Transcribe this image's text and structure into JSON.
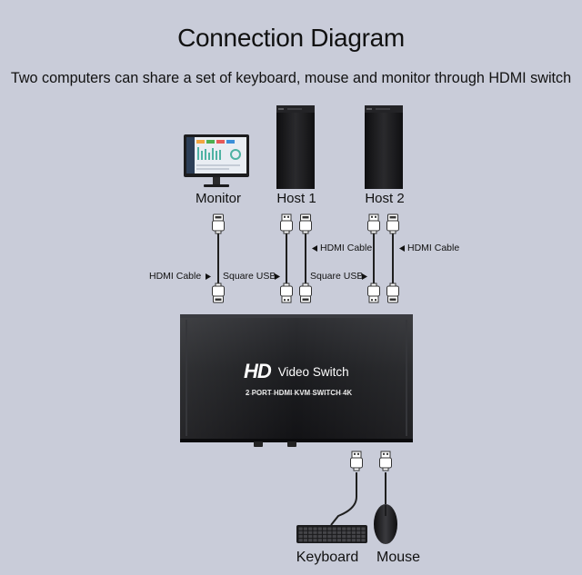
{
  "header": {
    "title": "Connection Diagram",
    "subtitle": "Two computers can share a set of keyboard, mouse and monitor through HDMI switch"
  },
  "devices": {
    "monitor": "Monitor",
    "host1": "Host 1",
    "host2": "Host 2",
    "keyboard": "Keyboard",
    "mouse": "Mouse"
  },
  "cables": {
    "monitor_hdmi": "HDMI Cable",
    "host1_usb": "Square USB",
    "host1_hdmi": "HDMI Cable",
    "host2_usb": "Square USB",
    "host2_hdmi": "HDMI Cable"
  },
  "switch": {
    "logo": "HD",
    "name": "Video Switch",
    "model": "2 PORT HDMI KVM SWITCH 4K"
  },
  "icons": {
    "monitor": "monitor-icon",
    "host": "pc-tower-icon",
    "hdmi_plug": "hdmi-plug-icon",
    "usb_plug": "usb-plug-icon",
    "keyboard": "keyboard-icon",
    "mouse": "mouse-icon",
    "arrow": "arrow-icon"
  },
  "colors": {
    "background": "#c9ccd9",
    "device_dark": "#1b1b1d",
    "cable_white": "#ffffff"
  }
}
